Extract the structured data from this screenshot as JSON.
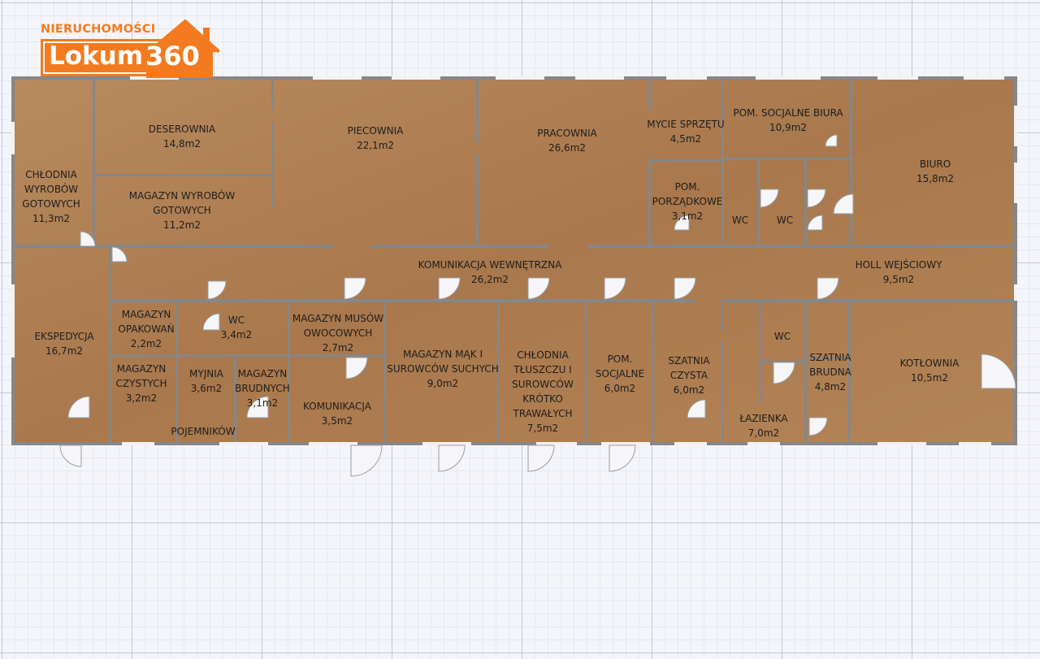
{
  "logo": {
    "top_text": "NIERUCHOMOŚCI",
    "name": "Lokum",
    "number": "360",
    "color": "#f47a1f"
  },
  "rooms": [
    {
      "id": "deserownia",
      "lines": [
        "DESEROWNIA",
        "14,8m2"
      ]
    },
    {
      "id": "piecownia",
      "lines": [
        "PIECOWNIA",
        "22,1m2"
      ]
    },
    {
      "id": "pracownia",
      "lines": [
        "PRACOWNIA",
        "26,6m2"
      ]
    },
    {
      "id": "mycie-sprzetu",
      "lines": [
        "MYCIE SPRZĘTU",
        "4,5m2"
      ]
    },
    {
      "id": "pom-socjalne-biura",
      "lines": [
        "POM. SOCJALNE BIURA",
        "10,9m2"
      ]
    },
    {
      "id": "biuro",
      "lines": [
        "BIURO",
        "15,8m2"
      ]
    },
    {
      "id": "chlodnia-wyrobow-gotowych",
      "lines": [
        "CHŁODNIA",
        "WYROBÓW",
        "GOTOWYCH",
        "11,3m2"
      ]
    },
    {
      "id": "magazyn-wyrobow-gotowych",
      "lines": [
        "MAGAZYN WYROBÓW",
        "GOTOWYCH",
        "11,2m2"
      ]
    },
    {
      "id": "pom-porzadkowe",
      "lines": [
        "POM.",
        "PORZĄDKOWE",
        "3,1m2"
      ]
    },
    {
      "id": "wc-1",
      "lines": [
        "WC"
      ]
    },
    {
      "id": "wc-2",
      "lines": [
        "WC"
      ]
    },
    {
      "id": "komunikacja-wewnetrzna",
      "lines": [
        "KOMUNIKACJA WEWNĘTRZNA",
        "26,2m2"
      ]
    },
    {
      "id": "holl-wejsciowy",
      "lines": [
        "HOLL WEJŚCIOWY",
        "9,5m2"
      ]
    },
    {
      "id": "ekspedycja",
      "lines": [
        "EKSPEDYCJA",
        "16,7m2"
      ]
    },
    {
      "id": "magazyn-opakowan",
      "lines": [
        "MAGAZYN",
        "OPAKOWAŃ",
        "2,2m2"
      ]
    },
    {
      "id": "wc-3",
      "lines": [
        "WC",
        "3,4m2"
      ]
    },
    {
      "id": "magazyn-musow",
      "lines": [
        "MAGAZYN MUSÓW",
        "OWOCOWYCH",
        "2,7m2"
      ]
    },
    {
      "id": "magazyn-mak",
      "lines": [
        "MAGAZYN MĄK I",
        "SUROWCÓW SUCHYCH",
        "9,0m2"
      ]
    },
    {
      "id": "chlodnia-tluszczu",
      "lines": [
        "CHŁODNIA",
        "TŁUSZCZU I",
        "SUROWCÓW",
        "KRÓTKO",
        "TRAWAŁYCH",
        "7,5m2"
      ]
    },
    {
      "id": "pom-socjalne",
      "lines": [
        "POM.",
        "SOCJALNE",
        "6,0m2"
      ]
    },
    {
      "id": "szatnia-czysta",
      "lines": [
        "SZATNIA",
        "CZYSTA",
        "6,0m2"
      ]
    },
    {
      "id": "wc-4",
      "lines": [
        "WC"
      ]
    },
    {
      "id": "szatnia-brudna",
      "lines": [
        "SZATNIA",
        "BRUDNA",
        "4,8m2"
      ]
    },
    {
      "id": "kotlownia",
      "lines": [
        "KOTŁOWNIA",
        "10,5m2"
      ]
    },
    {
      "id": "magazyn-czystych",
      "lines": [
        "MAGAZYN",
        "CZYSTYCH",
        "3,2m2"
      ]
    },
    {
      "id": "myjnia",
      "lines": [
        "MYJNIA",
        "3,6m2"
      ]
    },
    {
      "id": "magazyn-brudnych",
      "lines": [
        "MAGAZYN",
        "BRUDNYCH",
        "3,1m2"
      ]
    },
    {
      "id": "pojemnikow",
      "lines": [
        "POJEMNIKÓW"
      ]
    },
    {
      "id": "komunikacja",
      "lines": [
        "KOMUNIKACJA",
        "3,5m2"
      ]
    },
    {
      "id": "lazienka",
      "lines": [
        "ŁAZIENKA",
        "7,0m2"
      ]
    }
  ]
}
